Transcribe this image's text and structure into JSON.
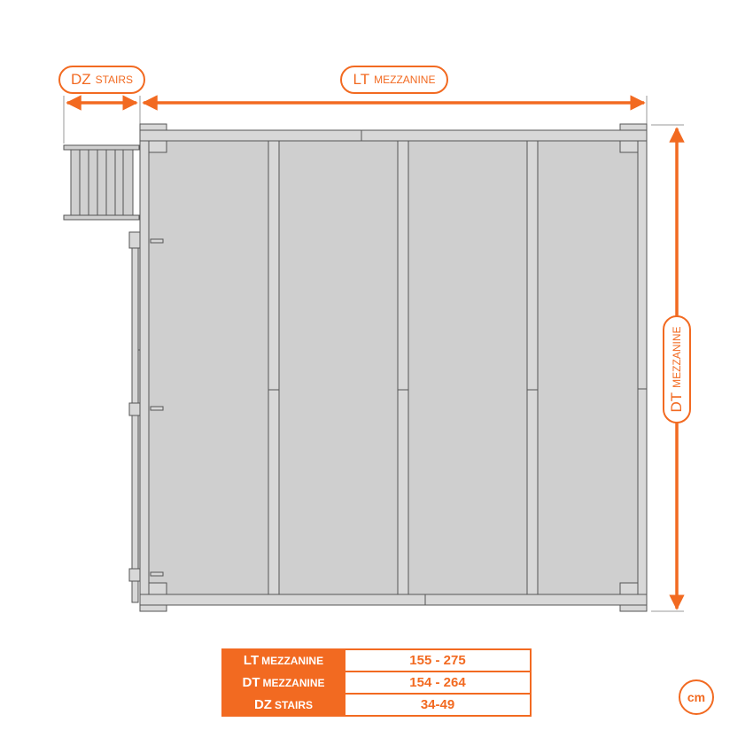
{
  "labels": {
    "dz_stairs": {
      "code": "DZ",
      "word": "stairs"
    },
    "lt_mezzanine": {
      "code": "LT",
      "word": "mezzanine"
    },
    "dt_mezzanine": {
      "code": "DT",
      "word": "mezzanine"
    }
  },
  "table": [
    {
      "code": "LT",
      "word": "mezzanine",
      "value": "155 - 275"
    },
    {
      "code": "DT",
      "word": "mezzanine",
      "value": "154 - 264"
    },
    {
      "code": "DZ",
      "word": "stairs",
      "value": "34-49"
    }
  ],
  "unit": "cm",
  "colors": {
    "accent": "#f26a21",
    "panel": "#cfcfcf",
    "frame": "#d8d8d8",
    "stroke": "#555555"
  }
}
